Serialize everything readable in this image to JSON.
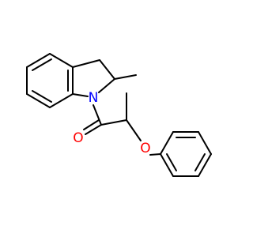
{
  "atoms": {
    "nitrogen": {
      "label": "N",
      "color": "#0000ff"
    },
    "carbonyl_oxygen": {
      "label": "O",
      "color": "#ff0000"
    },
    "ether_oxygen": {
      "label": "O",
      "color": "#ff0000"
    }
  },
  "bond_color": "#000000",
  "background": "#ffffff"
}
